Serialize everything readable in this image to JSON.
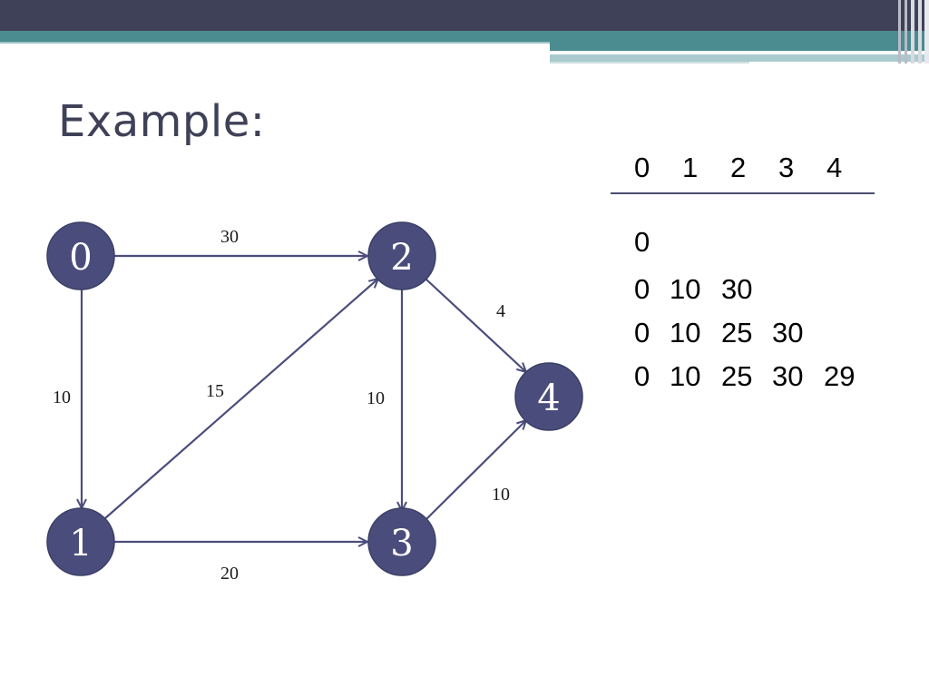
{
  "slide": {
    "title": "Example:",
    "colors": {
      "header_dark": "#3f4158",
      "header_teal": "#4a8c8f",
      "node_fill": "#4a4d7c",
      "edge_color": "#4a4d7c",
      "title_color": "#3f4158"
    }
  },
  "graph": {
    "nodes": [
      {
        "id": "n0",
        "label": "0"
      },
      {
        "id": "n1",
        "label": "1"
      },
      {
        "id": "n2",
        "label": "2"
      },
      {
        "id": "n3",
        "label": "3"
      },
      {
        "id": "n4",
        "label": "4"
      }
    ],
    "edges": [
      {
        "from": "0",
        "to": "2",
        "weight": "30"
      },
      {
        "from": "0",
        "to": "1",
        "weight": "10"
      },
      {
        "from": "1",
        "to": "2",
        "weight": "15"
      },
      {
        "from": "2",
        "to": "3",
        "weight": "10"
      },
      {
        "from": "2",
        "to": "4",
        "weight": "4"
      },
      {
        "from": "1",
        "to": "3",
        "weight": "20"
      },
      {
        "from": "3",
        "to": "4",
        "weight": "10"
      }
    ]
  },
  "distance_table": {
    "header": [
      "0",
      "1",
      "2",
      "3",
      "4"
    ],
    "rows": [
      [
        "0"
      ],
      [
        "0",
        "10",
        "30"
      ],
      [
        "0",
        "10",
        "25",
        "30"
      ],
      [
        "0",
        "10",
        "25",
        "30",
        "29"
      ]
    ]
  }
}
